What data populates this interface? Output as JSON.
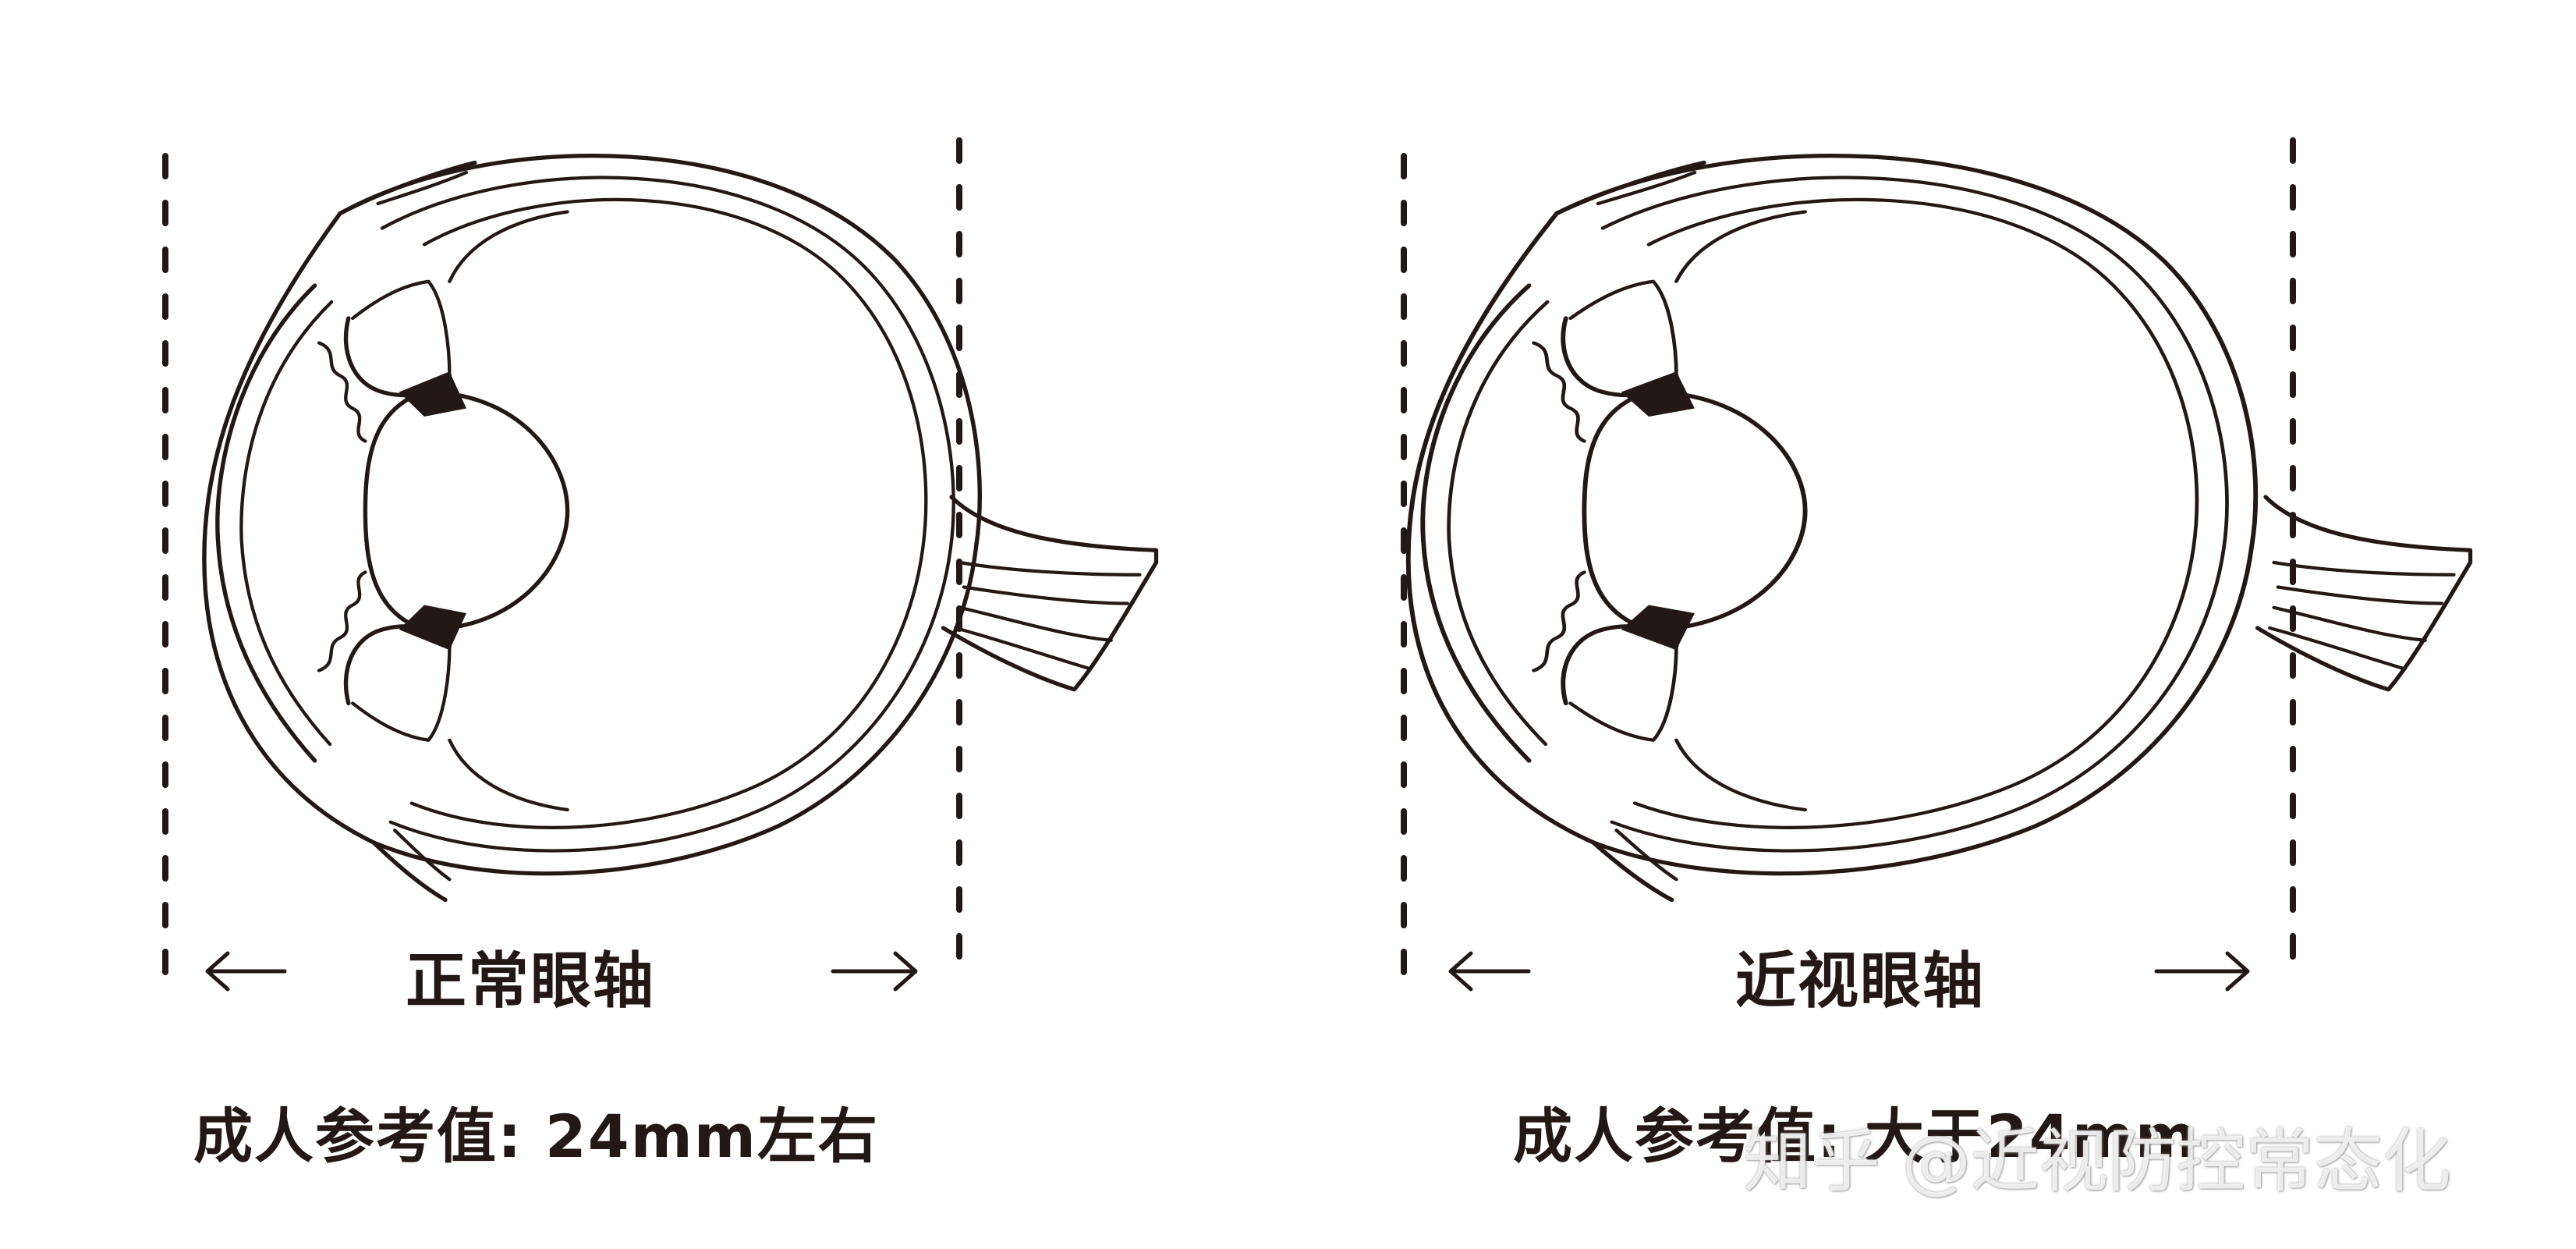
{
  "panels": {
    "normal": {
      "axis_label": "正常眼轴",
      "reference": "成人参考值: 24mm左右"
    },
    "myopia": {
      "axis_label": "近视眼轴",
      "reference": "成人参考值: 大于24mm"
    }
  },
  "watermark": "知乎 @近视防控常态化",
  "colors": {
    "ink": "#231815",
    "background": "#ffffff"
  }
}
